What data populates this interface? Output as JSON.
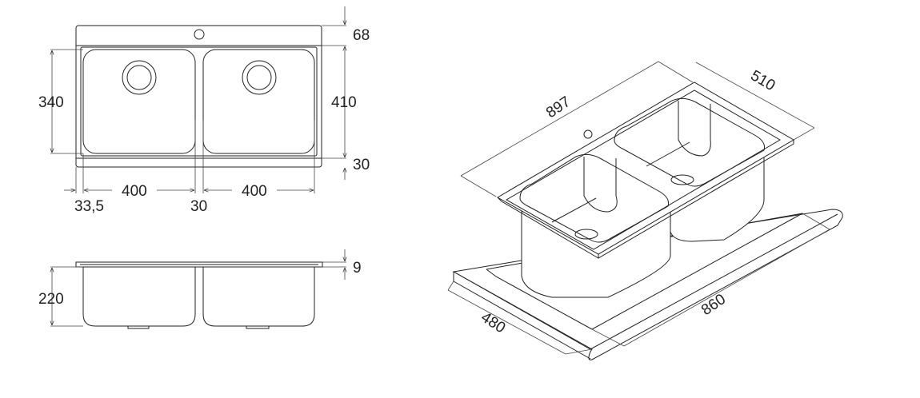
{
  "top_view": {
    "dims": {
      "tap_offset": "68",
      "bowl_height": "340",
      "overall_depth": "410",
      "front_margin": "30",
      "left_margin": "33,5",
      "bowl1_width": "400",
      "divider": "30",
      "bowl2_width": "400"
    }
  },
  "side_view": {
    "dims": {
      "bowl_depth": "220",
      "flange": "9"
    }
  },
  "iso_view": {
    "dims": {
      "sink_length": "897",
      "sink_width": "510",
      "cutout_width": "480",
      "cutout_length": "860"
    }
  },
  "colors": {
    "line": "#222222",
    "background": "#ffffff"
  }
}
